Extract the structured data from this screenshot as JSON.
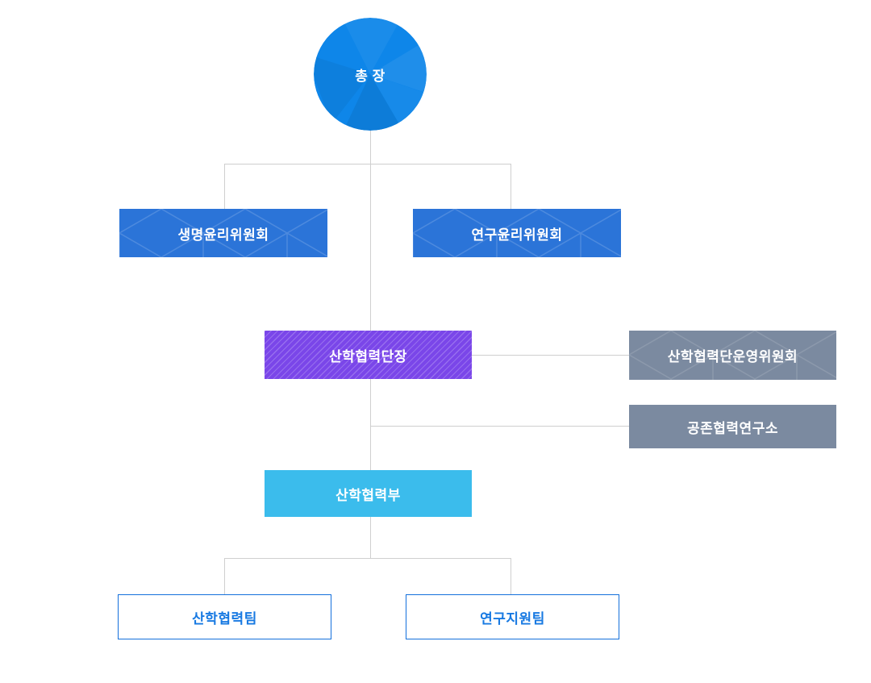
{
  "colors": {
    "president_blue": "#0e86e9",
    "committee_blue": "#2b74d8",
    "director_purple": "#7a46e9",
    "side_gray": "#7b8aa0",
    "department_blue": "#3bbcec",
    "team_text_blue": "#1779e2",
    "team_border_blue": "#1470dc",
    "connector_gray": "#cfcfcf",
    "node_text": "#ffffff"
  },
  "org": {
    "president": "총 장",
    "bioethics_committee": "생명윤리위원회",
    "research_ethics_committee": "연구윤리위원회",
    "director": "산학협력단장",
    "steering_committee": "산학협력단운영위원회",
    "coexistence_institute": "공존협력연구소",
    "department": "산학협력부",
    "team_left": "산학협력팀",
    "team_right": "연구지원팀"
  }
}
